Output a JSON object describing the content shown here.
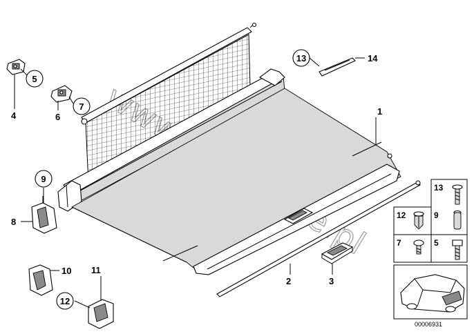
{
  "watermark": "www.BMWstore.pl",
  "diagram_id": "00006931",
  "callouts": [
    {
      "num": "1",
      "circled": false
    },
    {
      "num": "2",
      "circled": false
    },
    {
      "num": "3",
      "circled": false
    },
    {
      "num": "4",
      "circled": false
    },
    {
      "num": "5",
      "circled": true
    },
    {
      "num": "6",
      "circled": false
    },
    {
      "num": "7",
      "circled": true
    },
    {
      "num": "8",
      "circled": false
    },
    {
      "num": "9",
      "circled": true
    },
    {
      "num": "10",
      "circled": false
    },
    {
      "num": "11",
      "circled": false
    },
    {
      "num": "12",
      "circled": true
    },
    {
      "num": "13",
      "circled": true
    },
    {
      "num": "14",
      "circled": false
    }
  ],
  "parts_table": [
    {
      "num": "13",
      "icon": "flat-head-screw-icon"
    },
    {
      "num": "12",
      "icon": "expansion-rivet-icon"
    },
    {
      "num": "9",
      "icon": "plastic-plug-icon"
    },
    {
      "num": "7",
      "icon": "short-screw-icon"
    },
    {
      "num": "5",
      "icon": "hex-bolt-icon"
    }
  ],
  "vehicle_icon": "car-outline-icon"
}
